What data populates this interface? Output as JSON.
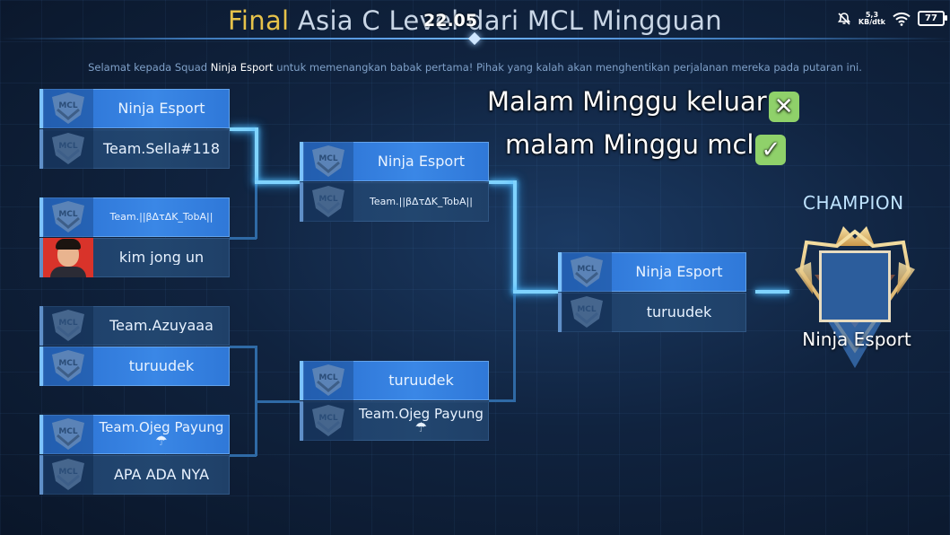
{
  "header": {
    "title_highlight": "Final",
    "title_rest": " Asia C Level",
    "title_suffix": " dari MCL Mingguan",
    "subtitle_prefix": "Selamat kepada Squad ",
    "subtitle_team": "Ninja Esport",
    "subtitle_suffix": " untuk memenangkan babak pertama! Pihak yang kalah akan menghentikan perjalanan mereka pada putaran ini."
  },
  "status_bar": {
    "time": "22.05",
    "net_speed_value": "5,3",
    "net_speed_unit": "KB/dtk",
    "battery": "77"
  },
  "bracket": {
    "round1": [
      {
        "top": "Ninja Esport",
        "bottom": "Team.Sella#118"
      },
      {
        "top": "Team.||βΔτΔK_TobA||",
        "bottom": "kim jong un"
      },
      {
        "top": "Team.Azuyaaa",
        "bottom": "turuudek"
      },
      {
        "top": "Team.Ojeg Payung☂",
        "bottom": "APA ADA NYA"
      }
    ],
    "semifinal": [
      {
        "top": "Ninja Esport",
        "bottom": "Team.||βΔτΔK_TobA||"
      },
      {
        "top": "turuudek",
        "bottom": "Team.Ojeg Payung☂"
      }
    ],
    "final": {
      "top": "Ninja Esport",
      "bottom": "turuudek"
    }
  },
  "champion": {
    "label": "CHAMPION",
    "name": "Ninja Esport"
  },
  "overlay_caption": {
    "line1": "Malam Minggu keluar",
    "line1_mark": "✕",
    "line2": "malam Minggu mcl",
    "line2_mark": "✓"
  },
  "logo_text": "MCL",
  "colors": {
    "title_highlight": "#e6c24a",
    "winner_card": "#3a87e6",
    "loser_card": "#22466f",
    "glow_line": "#7fd3ff"
  }
}
